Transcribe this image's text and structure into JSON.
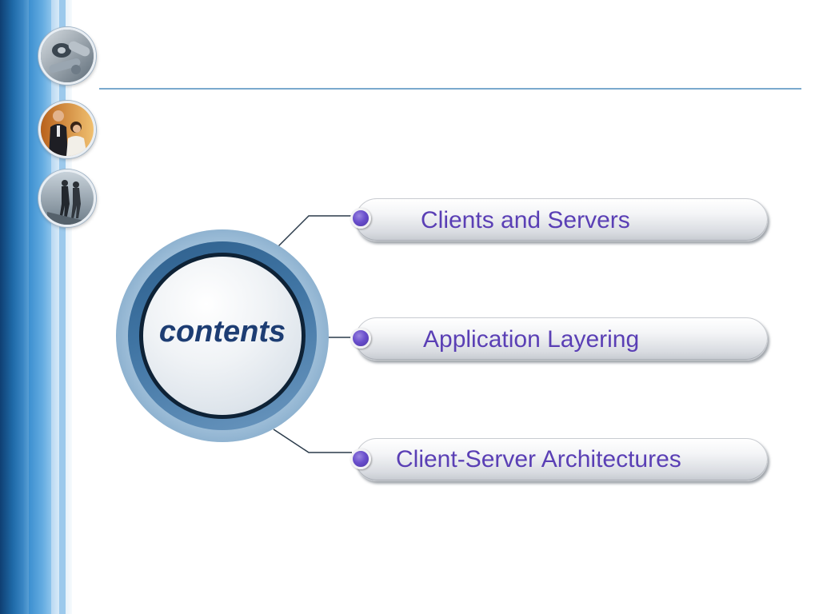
{
  "center": {
    "label": "contents"
  },
  "menu": {
    "items": [
      {
        "label": "Clients and Servers"
      },
      {
        "label": "Application Layering"
      },
      {
        "label": "Client-Server Architectures"
      }
    ]
  },
  "sidebar": {
    "thumbnails": [
      "gears-photo-icon",
      "business-people-photo-icon",
      "walking-people-photo-icon"
    ]
  },
  "colors": {
    "sidebar_blue": "#1f6aa8",
    "label_text": "#5a3fb5",
    "center_text": "#1d3d73",
    "bullet_purple": "#6a4fcc",
    "header_line": "#7aaace"
  }
}
